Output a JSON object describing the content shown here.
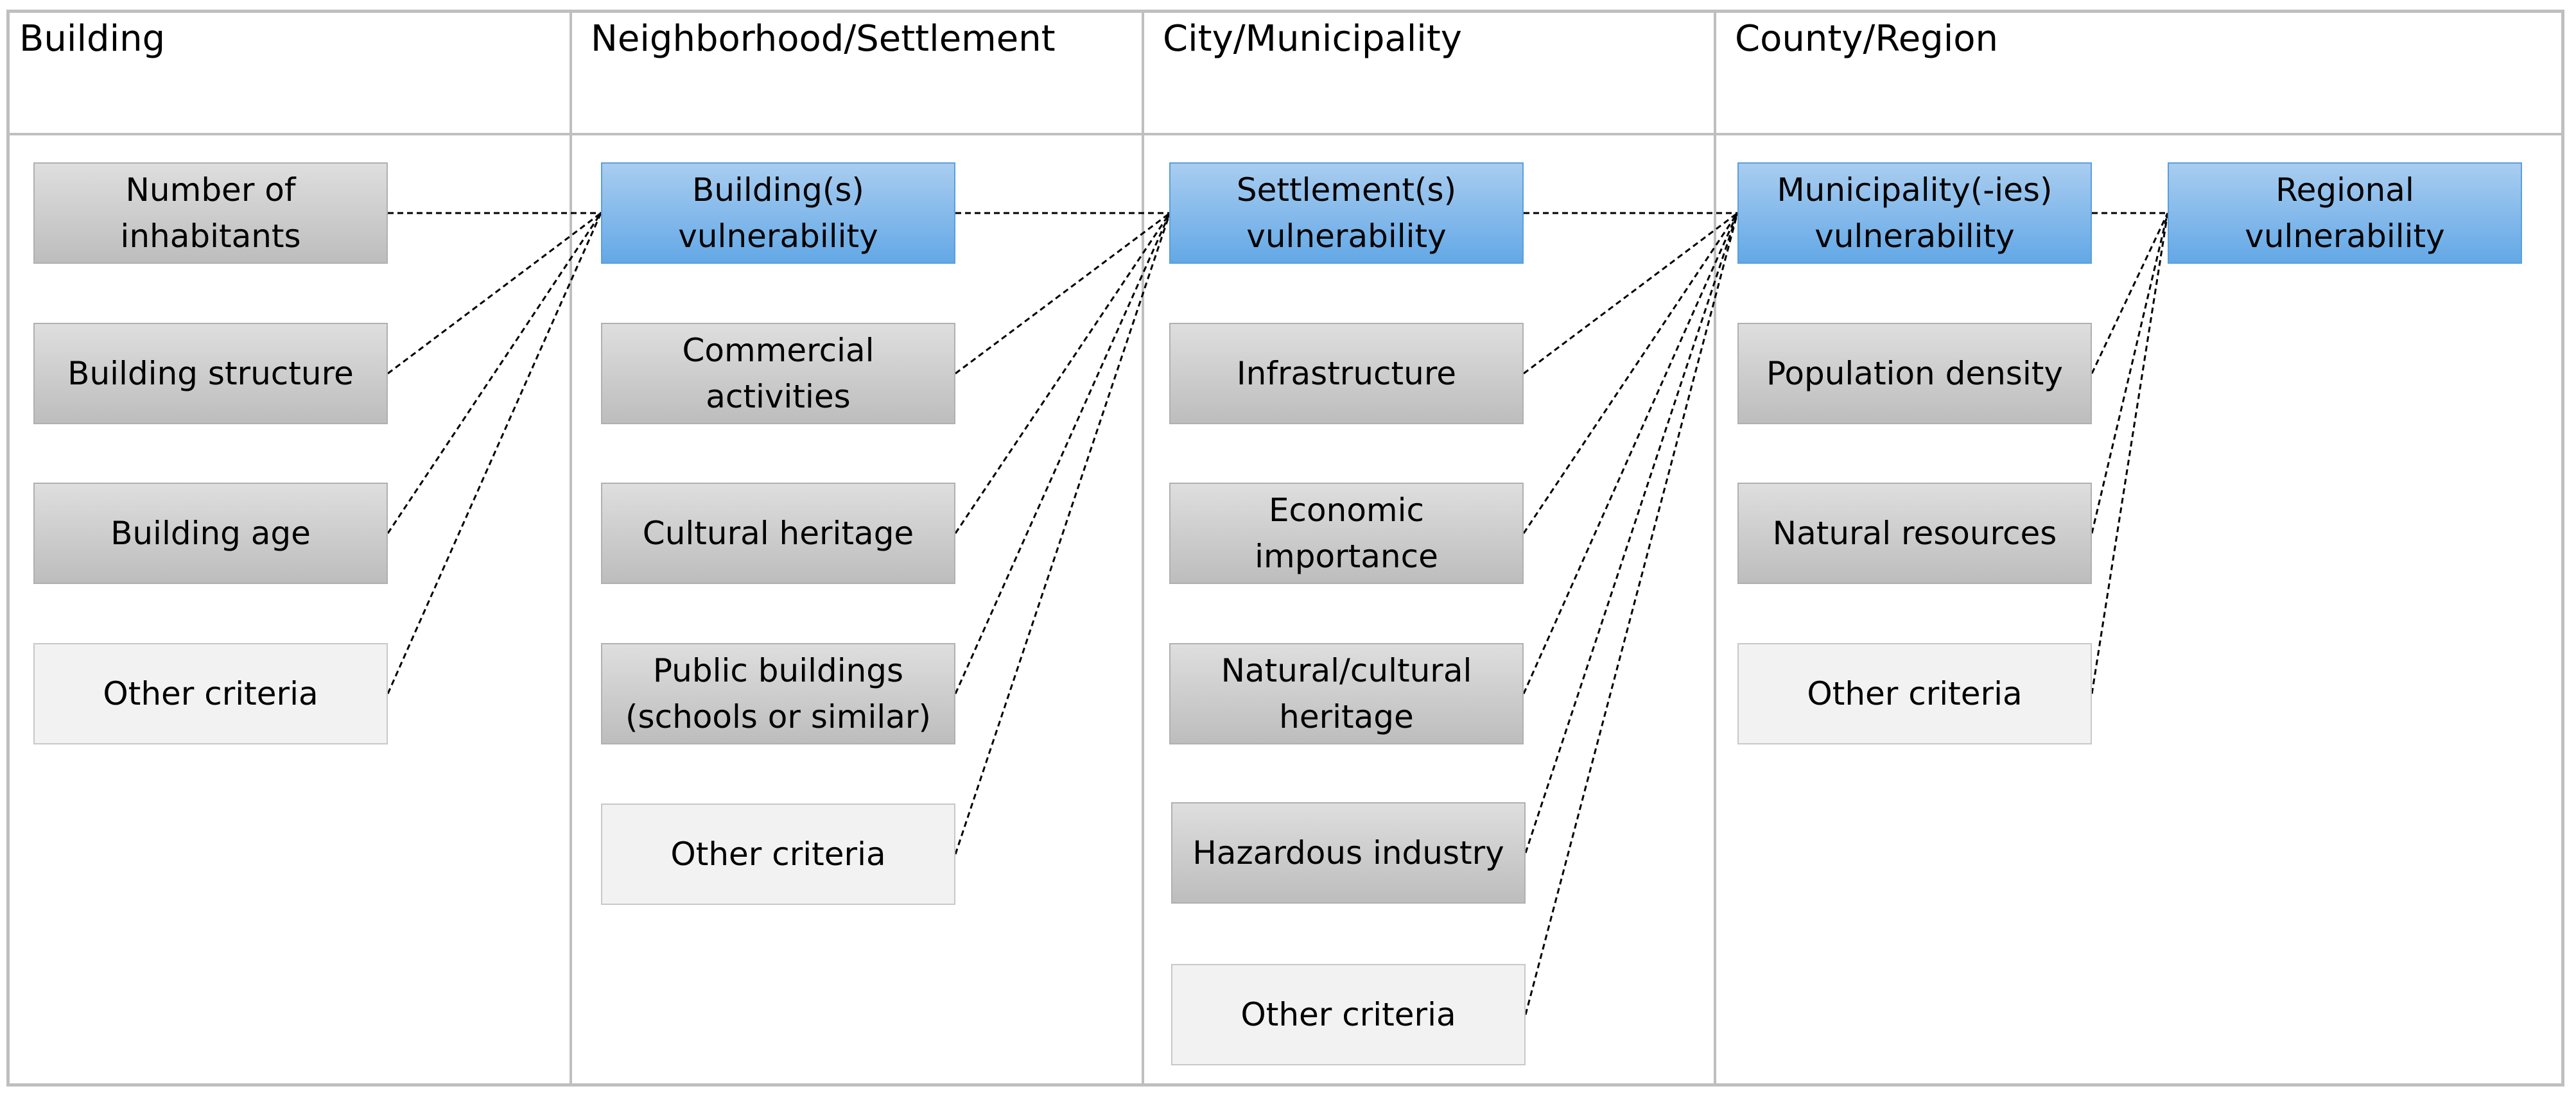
{
  "columns": [
    {
      "title": "Building"
    },
    {
      "title": "Neighborhood/Settlement"
    },
    {
      "title": "City/Municipality"
    },
    {
      "title": "County/Region"
    }
  ],
  "building": {
    "inhabitants": "Number of\ninhabitants",
    "structure": "Building structure",
    "age": "Building age",
    "other": "Other criteria"
  },
  "neighborhood": {
    "building_vulnerability": "Building(s)\nvulnerability",
    "commercial": "Commercial\nactivities",
    "cultural": "Cultural heritage",
    "public": "Public buildings\n(schools or similar)",
    "other": "Other criteria"
  },
  "city": {
    "settlement_vulnerability": "Settlement(s)\nvulnerability",
    "infrastructure": "Infrastructure",
    "economic": "Economic\nimportance",
    "natural_cultural": "Natural/cultural\nheritage",
    "hazardous": "Hazardous industry",
    "other": "Other criteria"
  },
  "county": {
    "municipality_vulnerability": "Municipality(-ies)\nvulnerability",
    "regional_vulnerability": "Regional\nvulnerability",
    "population": "Population density",
    "natural_resources": "Natural resources",
    "other": "Other criteria"
  },
  "colors": {
    "target_fill_top": "#a9cdf0",
    "target_fill_bottom": "#63a8e6",
    "criteria_fill_top": "#dedede",
    "criteria_fill_bottom": "#bdbdbd",
    "other_fill": "#f2f2f2",
    "grid": "#bfbfbf"
  }
}
